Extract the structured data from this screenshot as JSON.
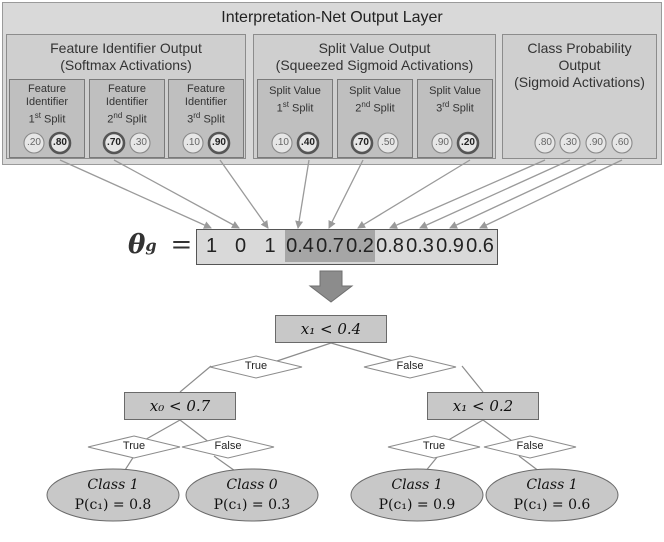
{
  "header": {
    "title": "Interpretation-Net Output Layer"
  },
  "groups": [
    {
      "title_line1": "Feature Identifier Output",
      "title_line2": "(Softmax Activations)",
      "cells": [
        {
          "l1": "Feature",
          "l2": "Identifier",
          "l3": "1st Split",
          "v1": ".20",
          "v2": ".80",
          "bold": 2
        },
        {
          "l1": "Feature",
          "l2": "Identifier",
          "l3": "2nd Split",
          "v1": ".70",
          "v2": ".30",
          "bold": 1
        },
        {
          "l1": "Feature",
          "l2": "Identifier",
          "l3": "3rd Split",
          "v1": ".10",
          "v2": ".90",
          "bold": 2
        }
      ]
    },
    {
      "title_line1": "Split Value Output",
      "title_line2": "(Squeezed Sigmoid Activations)",
      "cells": [
        {
          "l1": "Split Value",
          "l2": "1st Split",
          "v1": ".10",
          "v2": ".40",
          "bold": 2
        },
        {
          "l1": "Split Value",
          "l2": "2nd Split",
          "v1": ".70",
          "v2": ".50",
          "bold": 1
        },
        {
          "l1": "Split Value",
          "l2": "3rd Split",
          "v1": ".90",
          "v2": ".20",
          "bold": 2
        }
      ]
    },
    {
      "title_line1": "Class Probability",
      "title_line2": "Output",
      "title_line3": "(Sigmoid Activations)",
      "values": [
        ".80",
        ".30",
        ".90",
        ".60"
      ]
    }
  ],
  "theta": {
    "symbol": "θ",
    "sub": "g",
    "eq": "=",
    "values": [
      "1",
      "0",
      "1",
      "0.4",
      "0.7",
      "0.2",
      "0.8",
      "0.3",
      "0.9",
      "0.6"
    ]
  },
  "tree": {
    "root": "x₁ < 0.4",
    "left": "x₀ < 0.7",
    "right": "x₁ < 0.2",
    "true_label": "True",
    "false_label": "False",
    "leaves": [
      {
        "cls": "Class 1",
        "prob": "P(c₁) = 0.8"
      },
      {
        "cls": "Class 0",
        "prob": "P(c₁) = 0.3"
      },
      {
        "cls": "Class 1",
        "prob": "P(c₁) = 0.9"
      },
      {
        "cls": "Class 1",
        "prob": "P(c₁) = 0.6"
      }
    ]
  },
  "colors": {
    "panel": "#d9d9d9",
    "node": "#c8c8c8",
    "arrow": "#999999"
  }
}
